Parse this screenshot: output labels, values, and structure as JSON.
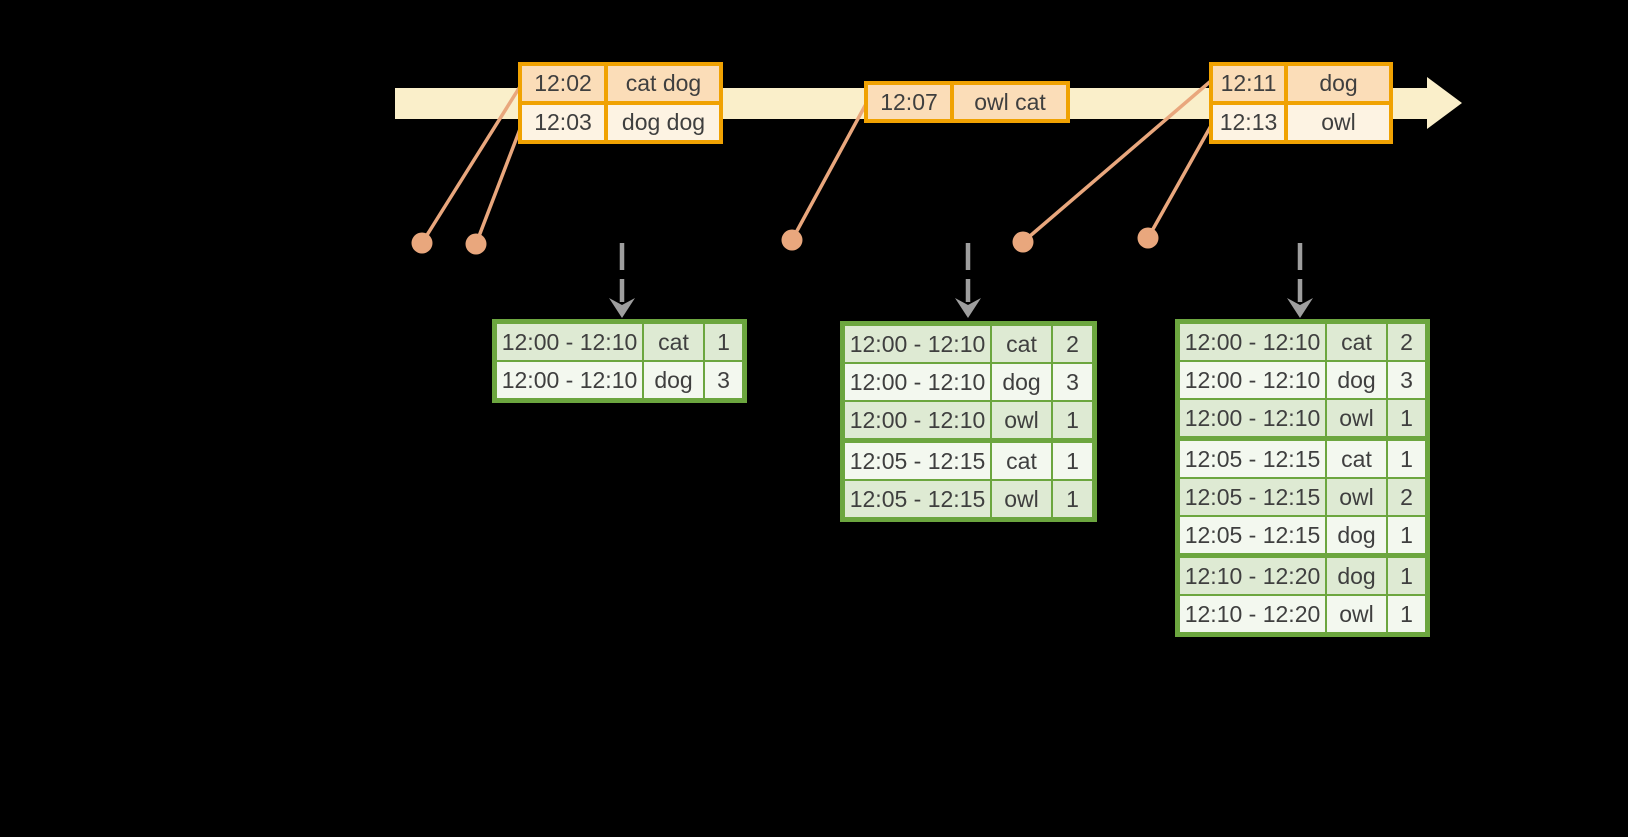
{
  "timeline": {
    "events": [
      {
        "time": "12:02",
        "words": "cat dog"
      },
      {
        "time": "12:03",
        "words": "dog dog"
      },
      {
        "time": "12:07",
        "words": "owl cat"
      },
      {
        "time": "12:11",
        "words": "dog"
      },
      {
        "time": "12:13",
        "words": "owl"
      }
    ]
  },
  "result_tables": [
    {
      "rows": [
        {
          "window": "12:00 - 12:10",
          "word": "cat",
          "count": "1"
        },
        {
          "window": "12:00 - 12:10",
          "word": "dog",
          "count": "3"
        }
      ]
    },
    {
      "rows": [
        {
          "window": "12:00 - 12:10",
          "word": "cat",
          "count": "2"
        },
        {
          "window": "12:00 - 12:10",
          "word": "dog",
          "count": "3"
        },
        {
          "window": "12:00 - 12:10",
          "word": "owl",
          "count": "1"
        },
        {
          "window": "12:05 - 12:15",
          "word": "cat",
          "count": "1"
        },
        {
          "window": "12:05 - 12:15",
          "word": "owl",
          "count": "1"
        }
      ]
    },
    {
      "rows": [
        {
          "window": "12:00 - 12:10",
          "word": "cat",
          "count": "2"
        },
        {
          "window": "12:00 - 12:10",
          "word": "dog",
          "count": "3"
        },
        {
          "window": "12:00 - 12:10",
          "word": "owl",
          "count": "1"
        },
        {
          "window": "12:05 - 12:15",
          "word": "cat",
          "count": "1"
        },
        {
          "window": "12:05 - 12:15",
          "word": "owl",
          "count": "2"
        },
        {
          "window": "12:05 - 12:15",
          "word": "dog",
          "count": "1"
        },
        {
          "window": "12:10 - 12:20",
          "word": "dog",
          "count": "1"
        },
        {
          "window": "12:10 - 12:20",
          "word": "owl",
          "count": "1"
        }
      ]
    }
  ],
  "colors": {
    "background": "#000000",
    "timeline_band": "#FAEFCA",
    "event_border": "#F0A202",
    "event_fill_peach": "#FBDDB8",
    "event_fill_cream": "#FDF3E3",
    "connector_salmon": "#E9A77D",
    "trigger_arrow_gray": "#9E9E9E",
    "table_border_green": "#6CA63F",
    "table_row_green": "#DEEAD3",
    "table_row_light": "#F3F8EF",
    "text": "#3F3F3F"
  }
}
